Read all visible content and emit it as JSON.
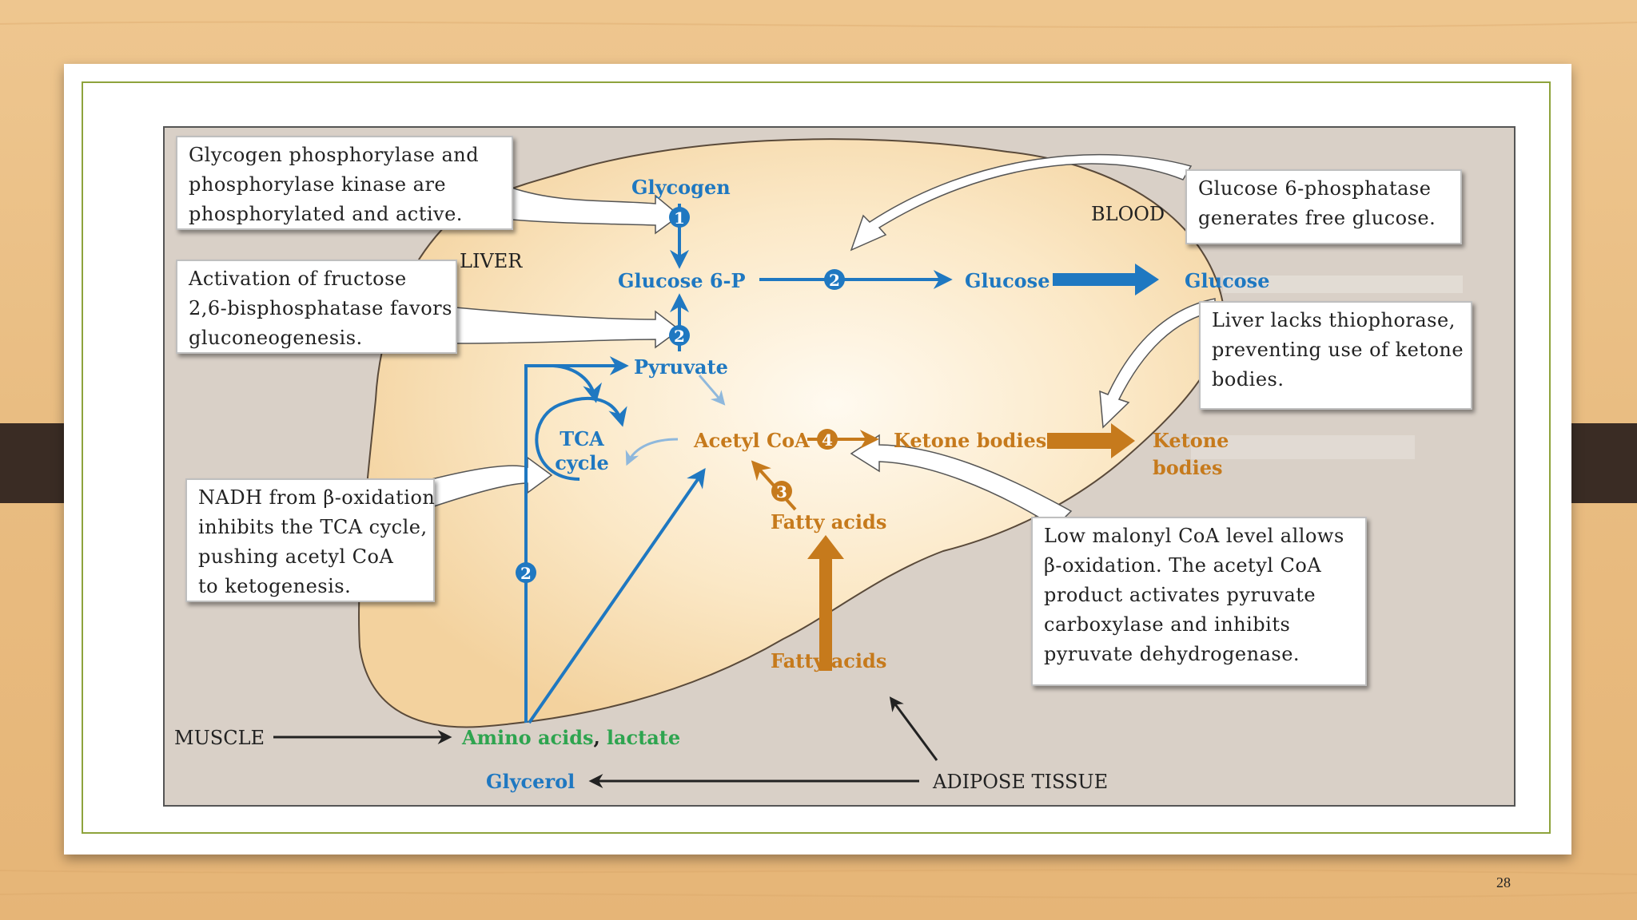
{
  "labels": {
    "liver": "LIVER",
    "blood": "BLOOD",
    "muscle": "MUSCLE",
    "adipose": "ADIPOSE TISSUE",
    "glycogen": "Glycogen",
    "glucose6p": "Glucose 6-P",
    "glucose_liver": "Glucose",
    "glucose_blood": "Glucose",
    "pyruvate": "Pyruvate",
    "acetyl_coa": "Acetyl CoA",
    "ketone_bodies": "Ketone bodies",
    "ketone_blood_1": "Ketone",
    "ketone_blood_2": "bodies",
    "tca_1": "TCA",
    "tca_2": "cycle",
    "fatty_acids_liver": "Fatty acids",
    "fatty_acids_adipose": "Fatty acids",
    "amino_acids": "Amino acids",
    "comma": ",",
    "lactate": "lactate",
    "glycerol": "Glycerol"
  },
  "steps": {
    "s1": "1",
    "s2a": "2",
    "s2b": "2",
    "s2c": "2",
    "s3": "3",
    "s4": "4"
  },
  "callouts": {
    "glycogen_phosphorylase": [
      "Glycogen phosphorylase and",
      "phosphorylase kinase are",
      "phosphorylated and active."
    ],
    "fructose_bisphosphatase": [
      "Activation of fructose",
      "2,6-bisphosphatase favors",
      "gluconeogenesis."
    ],
    "nadh": [
      "NADH from β-oxidation",
      "inhibits the TCA cycle,",
      "pushing acetyl CoA",
      "to ketogenesis."
    ],
    "glucose_6_phosphatase": [
      "Glucose 6-phosphatase",
      "generates free glucose."
    ],
    "thiophorase": [
      "Liver lacks thiophorase,",
      "preventing use of ketone",
      "bodies."
    ],
    "malonyl": [
      "Low malonyl CoA level allows",
      "β-oxidation. The acetyl CoA",
      "product activates pyruvate",
      "carboxylase and inhibits",
      "pyruvate dehydrogenase."
    ]
  },
  "page_number": "28",
  "colors": {
    "blue": "#1f78c1",
    "orange": "#c67a1c",
    "green": "#2ea44f",
    "dark": "#222222",
    "liver_fill": "#f7ddb0",
    "panel": "#d9d0c7"
  }
}
